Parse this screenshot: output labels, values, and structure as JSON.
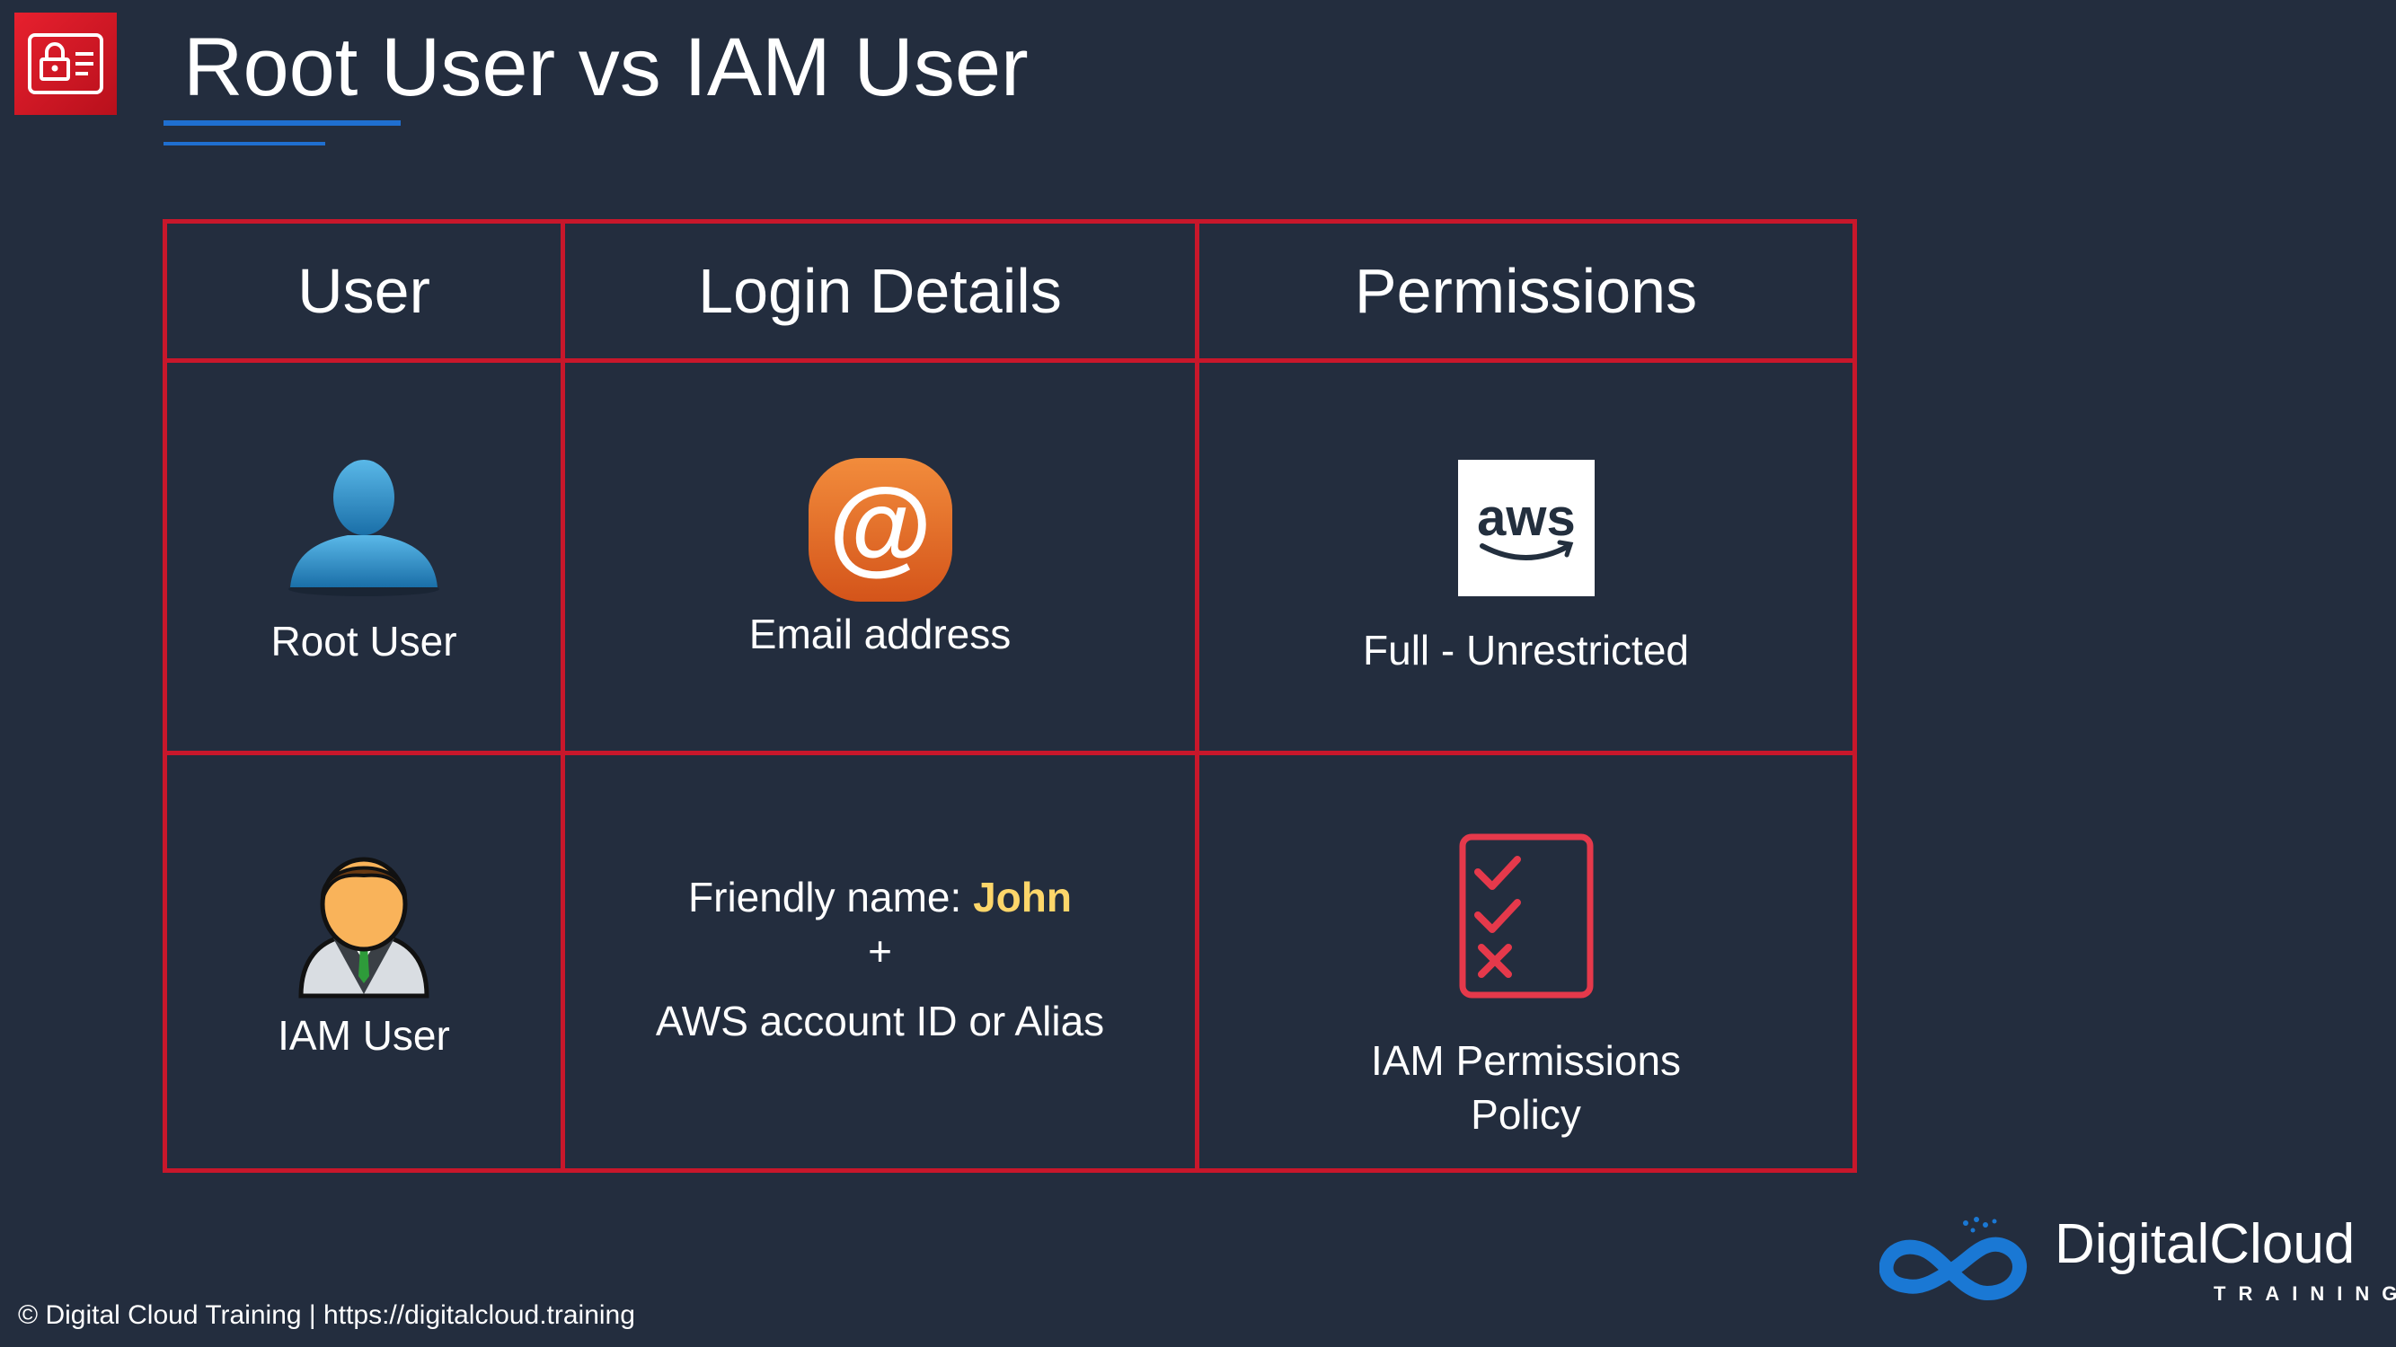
{
  "slide": {
    "title": "Root User vs IAM User"
  },
  "table": {
    "headers": [
      "User",
      "Login Details",
      "Permissions"
    ],
    "rows": [
      {
        "user": "Root User",
        "user_icon": "person-silhouette-icon",
        "login": "Email address",
        "login_icon": "at-sign-icon",
        "permissions": "Full - Unrestricted",
        "permissions_icon": "aws-logo-icon"
      },
      {
        "user": "IAM User",
        "user_icon": "businessman-avatar-icon",
        "login_prefix": "Friendly name: ",
        "login_name": "John",
        "login_plus": "+",
        "login_suffix": "AWS account ID or Alias",
        "permissions_line1": "IAM Permissions",
        "permissions_line2": "Policy",
        "permissions_icon": "checklist-icon"
      }
    ]
  },
  "aws_logo_text": "aws",
  "footer": {
    "copyright": "© Digital Cloud Training  | https://digitalcloud.training"
  },
  "brand": {
    "name": "DigitalCloud",
    "sub": "TRAINING"
  },
  "colors": {
    "background": "#232d3e",
    "border": "#c8172b",
    "accent_blue": "#1f6fd0",
    "highlight": "#fdd66a"
  }
}
